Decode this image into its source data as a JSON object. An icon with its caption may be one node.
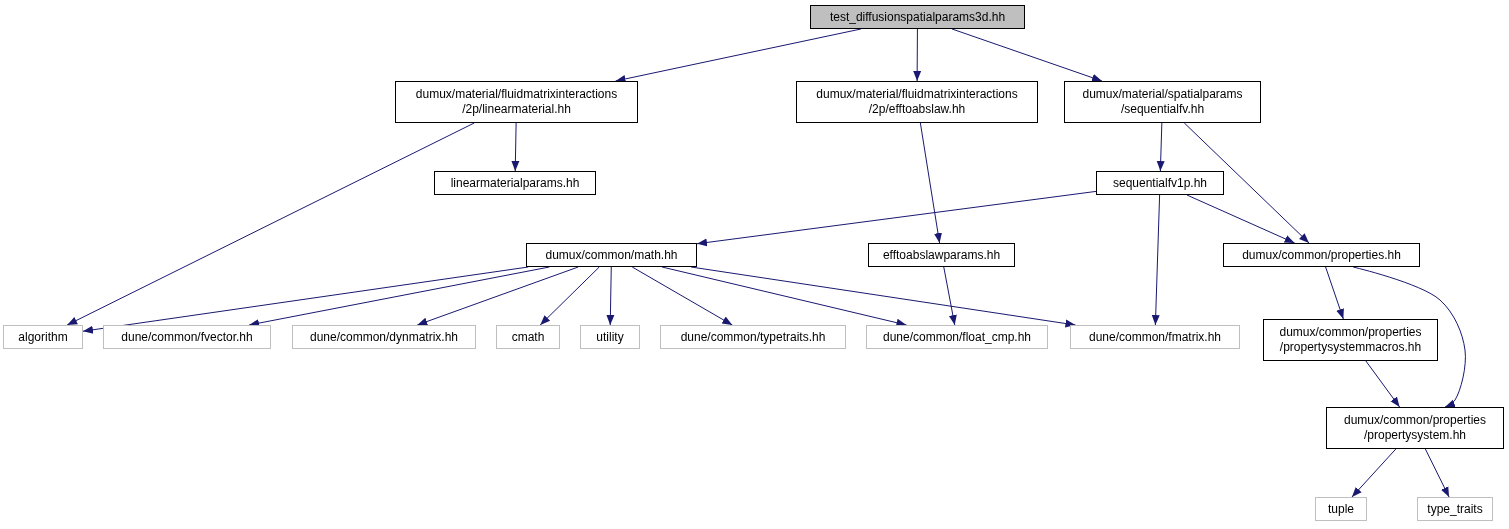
{
  "diagram": {
    "nodes": [
      {
        "text": [
          "test_diffusionspatialparams3d.hh"
        ]
      },
      {
        "text": [
          "dumux/material/fluidmatrixinteractions /2p/linearmaterial.hh"
        ]
      },
      {
        "text": [
          "dumux/material/fluidmatrixinteractions /2p/efftoabslaw.hh"
        ]
      },
      {
        "text": [
          "dumux/material/spatialparams /sequentialfv.hh"
        ]
      },
      {
        "text": [
          "linearmaterialparams.hh"
        ]
      },
      {
        "text": [
          "sequentialfv1p.hh"
        ]
      },
      {
        "text": [
          "dumux/common/math.hh"
        ]
      },
      {
        "text": [
          "efftoabslawparams.hh"
        ]
      },
      {
        "text": [
          "dumux/common/properties.hh"
        ]
      },
      {
        "text": [
          "algorithm"
        ]
      },
      {
        "text": [
          "dune/common/fvector.hh"
        ]
      },
      {
        "text": [
          "dune/common/dynmatrix.hh"
        ]
      },
      {
        "text": [
          "cmath"
        ]
      },
      {
        "text": [
          "utility"
        ]
      },
      {
        "text": [
          "dune/common/typetraits.hh"
        ]
      },
      {
        "text": [
          "dune/common/float_cmp.hh"
        ]
      },
      {
        "text": [
          "dune/common/fmatrix.hh"
        ]
      },
      {
        "text": [
          "dumux/common/properties /propertysystemmacros.hh"
        ]
      },
      {
        "text": [
          "dumux/common/properties /propertysystem.hh"
        ]
      },
      {
        "text": [
          "tuple"
        ]
      },
      {
        "text": [
          "type_traits"
        ]
      }
    ],
    "edges": [
      {
        "from": 0,
        "to": 1,
        "arrow": "to"
      },
      {
        "from": 0,
        "to": 2,
        "arrow": "to"
      },
      {
        "from": 0,
        "to": 3,
        "arrow": "to"
      },
      {
        "from": 1,
        "to": 4,
        "arrow": "to"
      },
      {
        "from": 1,
        "to": 9,
        "arrow": "to"
      },
      {
        "from": 2,
        "to": 7,
        "arrow": "to"
      },
      {
        "from": 3,
        "to": 5,
        "arrow": "to"
      },
      {
        "from": 3,
        "to": 8,
        "arrow": "to"
      },
      {
        "from": 5,
        "to": 6,
        "arrow": "to"
      },
      {
        "from": 5,
        "to": 16,
        "arrow": "to"
      },
      {
        "from": 5,
        "to": 8,
        "arrow": "to"
      },
      {
        "from": 6,
        "to": 9,
        "arrow": "to"
      },
      {
        "from": 6,
        "to": 10,
        "arrow": "to"
      },
      {
        "from": 6,
        "to": 11,
        "arrow": "to"
      },
      {
        "from": 6,
        "to": 12,
        "arrow": "to"
      },
      {
        "from": 6,
        "to": 13,
        "arrow": "to"
      },
      {
        "from": 6,
        "to": 14,
        "arrow": "to"
      },
      {
        "from": 6,
        "to": 15,
        "arrow": "to"
      },
      {
        "from": 6,
        "to": 16,
        "arrow": "to"
      },
      {
        "from": 7,
        "to": 15,
        "arrow": "to"
      },
      {
        "from": 8,
        "to": 17,
        "arrow": "to"
      },
      {
        "from": 8,
        "to": 18,
        "arrow": "to"
      },
      {
        "from": 17,
        "to": 18,
        "arrow": "to"
      },
      {
        "from": 18,
        "to": 19,
        "arrow": "to"
      },
      {
        "from": 18,
        "to": 20,
        "arrow": "to"
      }
    ]
  }
}
